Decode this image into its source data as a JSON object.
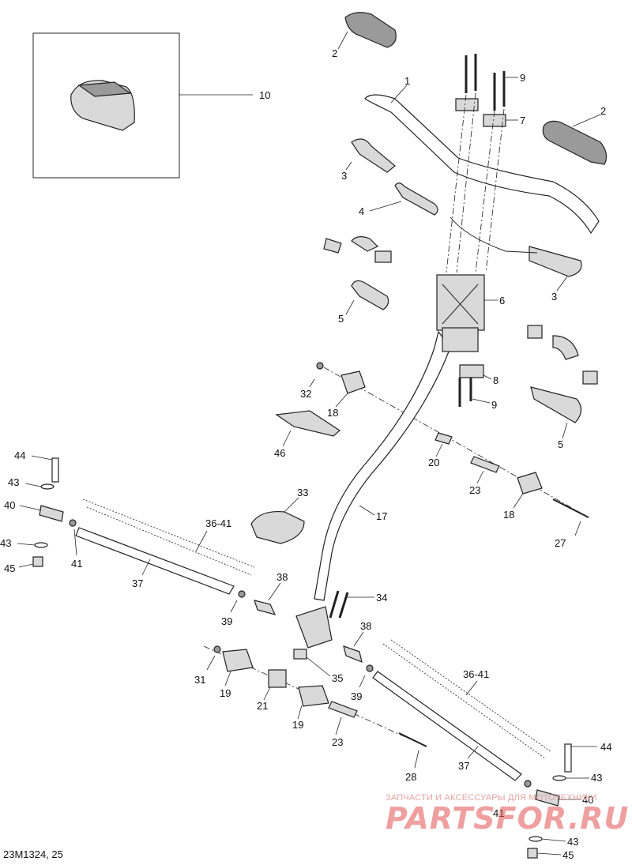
{
  "diagram_title": "",
  "reference_code": "23M1324, 25",
  "watermark": {
    "caption": "ЗАПЧАСТИ И АКСЕССУАРЫ ДЛЯ МОТОТЕХНИКИ",
    "logo": "PARTSFOR.RU"
  },
  "callouts": [
    "1",
    "2",
    "2",
    "3",
    "3",
    "4",
    "5",
    "5",
    "6",
    "7",
    "8",
    "9",
    "9",
    "10",
    "17",
    "18",
    "18",
    "19",
    "19",
    "20",
    "21",
    "23",
    "23",
    "27",
    "28",
    "31",
    "32",
    "33",
    "34",
    "35",
    "36-41",
    "36-41",
    "37",
    "37",
    "38",
    "38",
    "39",
    "39",
    "40",
    "40",
    "41",
    "41",
    "43",
    "43",
    "43",
    "43",
    "44",
    "44",
    "45",
    "45",
    "46"
  ],
  "inset_box_label": "10",
  "colors": {
    "ink": "#222222",
    "watermark": "#e05050"
  }
}
